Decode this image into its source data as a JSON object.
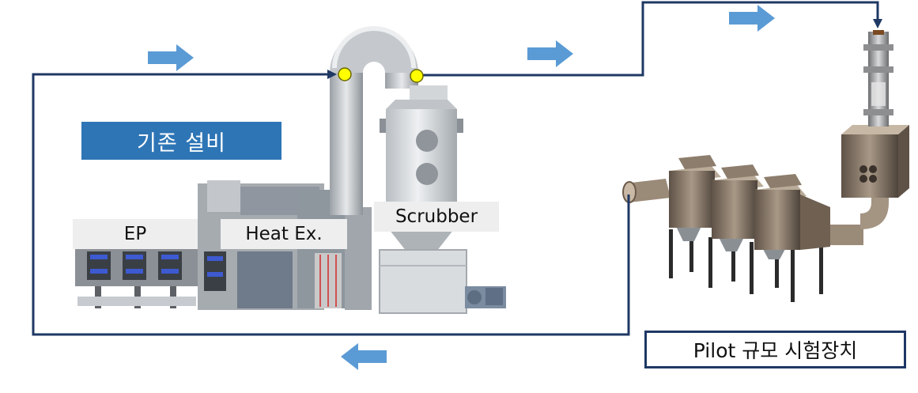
{
  "labels": {
    "existing": "기존 설비",
    "ep": "EP",
    "heat_ex": "Heat Ex.",
    "scrubber": "Scrubber",
    "pilot": "Pilot 규모 시험장치"
  },
  "colors": {
    "flow_line": "#1f3864",
    "arrow": "#5b9bd5",
    "label_fill": "#2e75b6",
    "port_dot": "#ffff00",
    "equipment_gray": "#9ea3a8",
    "pilot_metal": "#7a6a5a"
  },
  "icons": {
    "flow_arrow": "right-arrow-icon",
    "return_arrow": "left-arrow-icon"
  }
}
